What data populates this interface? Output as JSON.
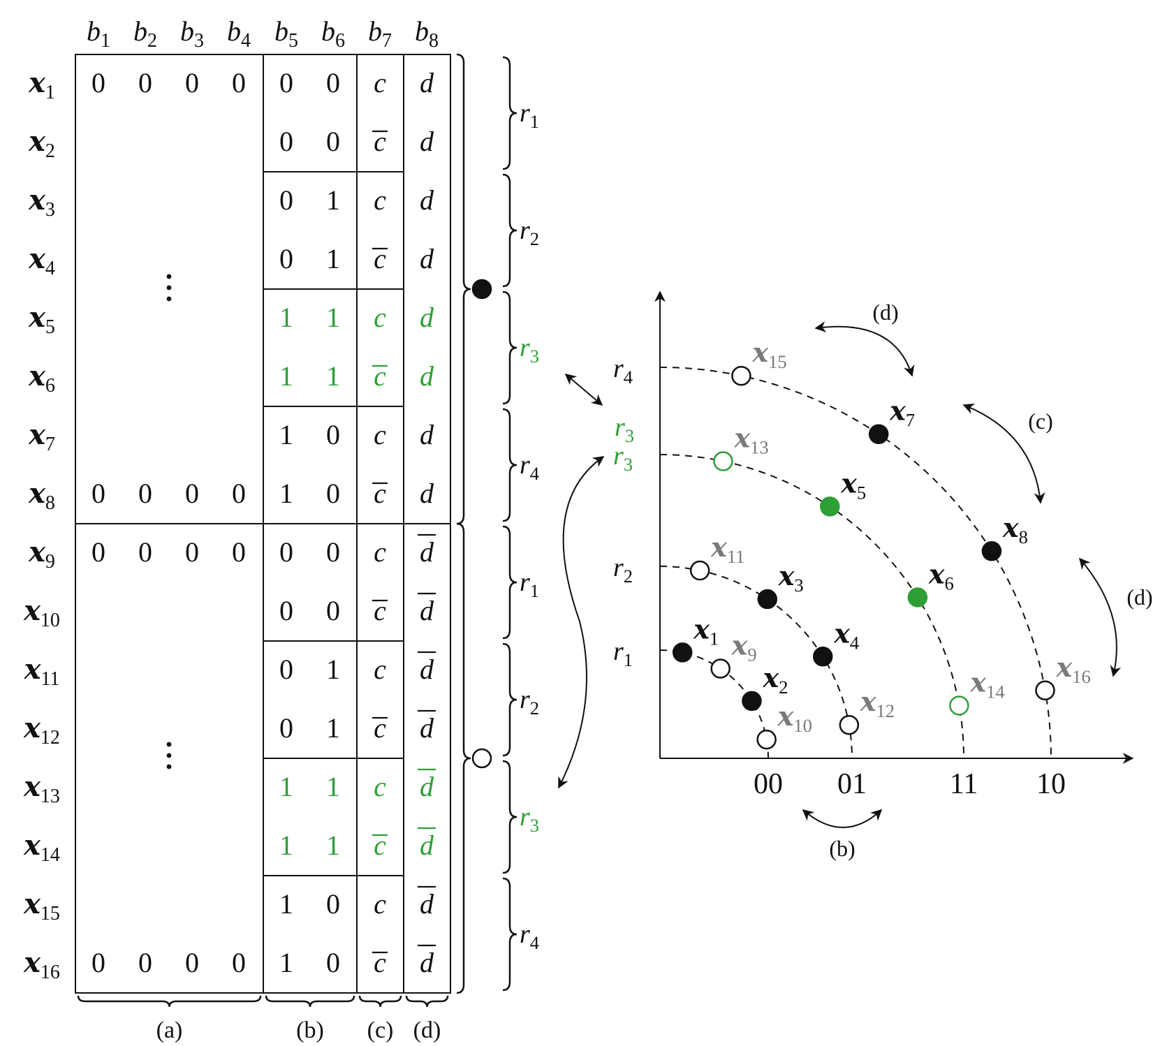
{
  "colors": {
    "black": "#111111",
    "green": "#2e9e37",
    "gray": "#7a7a7a"
  },
  "matrix": {
    "col_headers": [
      {
        "base": "b",
        "sub": "1"
      },
      {
        "base": "b",
        "sub": "2"
      },
      {
        "base": "b",
        "sub": "3"
      },
      {
        "base": "b",
        "sub": "4"
      },
      {
        "base": "b",
        "sub": "5"
      },
      {
        "base": "b",
        "sub": "6"
      },
      {
        "base": "b",
        "sub": "7"
      },
      {
        "base": "b",
        "sub": "8"
      }
    ],
    "rows": [
      {
        "base": "x",
        "sub": "1",
        "pref": [
          "0",
          "0",
          "0",
          "0"
        ],
        "b5": "0",
        "b6": "0",
        "c": "c",
        "cbar": false,
        "d": "d",
        "dbar": false,
        "green": false
      },
      {
        "base": "x",
        "sub": "2",
        "pref": null,
        "b5": "0",
        "b6": "0",
        "c": "c",
        "cbar": true,
        "d": "d",
        "dbar": false,
        "green": false
      },
      {
        "base": "x",
        "sub": "3",
        "pref": null,
        "b5": "0",
        "b6": "1",
        "c": "c",
        "cbar": false,
        "d": "d",
        "dbar": false,
        "green": false
      },
      {
        "base": "x",
        "sub": "4",
        "pref": null,
        "b5": "0",
        "b6": "1",
        "c": "c",
        "cbar": true,
        "d": "d",
        "dbar": false,
        "green": false
      },
      {
        "base": "x",
        "sub": "5",
        "pref": null,
        "b5": "1",
        "b6": "1",
        "c": "c",
        "cbar": false,
        "d": "d",
        "dbar": false,
        "green": true
      },
      {
        "base": "x",
        "sub": "6",
        "pref": null,
        "b5": "1",
        "b6": "1",
        "c": "c",
        "cbar": true,
        "d": "d",
        "dbar": false,
        "green": true
      },
      {
        "base": "x",
        "sub": "7",
        "pref": null,
        "b5": "1",
        "b6": "0",
        "c": "c",
        "cbar": false,
        "d": "d",
        "dbar": false,
        "green": false
      },
      {
        "base": "x",
        "sub": "8",
        "pref": [
          "0",
          "0",
          "0",
          "0"
        ],
        "b5": "1",
        "b6": "0",
        "c": "c",
        "cbar": true,
        "d": "d",
        "dbar": false,
        "green": false
      },
      {
        "base": "x",
        "sub": "9",
        "pref": [
          "0",
          "0",
          "0",
          "0"
        ],
        "b5": "0",
        "b6": "0",
        "c": "c",
        "cbar": false,
        "d": "d",
        "dbar": true,
        "green": false
      },
      {
        "base": "x",
        "sub": "10",
        "pref": null,
        "b5": "0",
        "b6": "0",
        "c": "c",
        "cbar": true,
        "d": "d",
        "dbar": true,
        "green": false
      },
      {
        "base": "x",
        "sub": "11",
        "pref": null,
        "b5": "0",
        "b6": "1",
        "c": "c",
        "cbar": false,
        "d": "d",
        "dbar": true,
        "green": false
      },
      {
        "base": "x",
        "sub": "12",
        "pref": null,
        "b5": "0",
        "b6": "1",
        "c": "c",
        "cbar": true,
        "d": "d",
        "dbar": true,
        "green": false
      },
      {
        "base": "x",
        "sub": "13",
        "pref": null,
        "b5": "1",
        "b6": "1",
        "c": "c",
        "cbar": false,
        "d": "d",
        "dbar": true,
        "green": true
      },
      {
        "base": "x",
        "sub": "14",
        "pref": null,
        "b5": "1",
        "b6": "1",
        "c": "c",
        "cbar": true,
        "d": "d",
        "dbar": true,
        "green": true
      },
      {
        "base": "x",
        "sub": "15",
        "pref": null,
        "b5": "1",
        "b6": "0",
        "c": "c",
        "cbar": false,
        "d": "d",
        "dbar": true,
        "green": false
      },
      {
        "base": "x",
        "sub": "16",
        "pref": [
          "0",
          "0",
          "0",
          "0"
        ],
        "b5": "1",
        "b6": "0",
        "c": "c",
        "cbar": true,
        "d": "d",
        "dbar": true,
        "green": false
      }
    ],
    "vdots": "⋮",
    "bottom_labels": [
      "(a)",
      "(b)",
      "(c)",
      "(d)"
    ],
    "ring_braces": [
      {
        "base": "r",
        "sub": "1",
        "green": false
      },
      {
        "base": "r",
        "sub": "2",
        "green": false
      },
      {
        "base": "r",
        "sub": "3",
        "green": true
      },
      {
        "base": "r",
        "sub": "4",
        "green": false
      },
      {
        "base": "r",
        "sub": "1",
        "green": false
      },
      {
        "base": "r",
        "sub": "2",
        "green": false
      },
      {
        "base": "r",
        "sub": "3",
        "green": true
      },
      {
        "base": "r",
        "sub": "4",
        "green": false
      }
    ],
    "group_markers": [
      {
        "filled": true
      },
      {
        "filled": false
      }
    ]
  },
  "constellation": {
    "ring_labels": [
      {
        "base": "r",
        "sub": "4",
        "green": false
      },
      {
        "base": "r",
        "sub": "3",
        "green": true
      },
      {
        "base": "r",
        "sub": "2",
        "green": false
      },
      {
        "base": "r",
        "sub": "1",
        "green": false
      }
    ],
    "x_ticks": [
      "00",
      "01",
      "11",
      "10"
    ],
    "points": [
      {
        "label_sub": "1",
        "ring": 1,
        "pos": 0,
        "filled": true,
        "color": "black",
        "label_color": "black"
      },
      {
        "label_sub": "9",
        "ring": 1,
        "pos": 1,
        "filled": false,
        "color": "black",
        "label_color": "gray"
      },
      {
        "label_sub": "2",
        "ring": 1,
        "pos": 2,
        "filled": true,
        "color": "black",
        "label_color": "black"
      },
      {
        "label_sub": "10",
        "ring": 1,
        "pos": 3,
        "filled": false,
        "color": "black",
        "label_color": "gray"
      },
      {
        "label_sub": "11",
        "ring": 2,
        "pos": 0,
        "filled": false,
        "color": "black",
        "label_color": "gray"
      },
      {
        "label_sub": "3",
        "ring": 2,
        "pos": 1,
        "filled": true,
        "color": "black",
        "label_color": "black"
      },
      {
        "label_sub": "4",
        "ring": 2,
        "pos": 2,
        "filled": true,
        "color": "black",
        "label_color": "black"
      },
      {
        "label_sub": "12",
        "ring": 2,
        "pos": 3,
        "filled": false,
        "color": "black",
        "label_color": "gray"
      },
      {
        "label_sub": "13",
        "ring": 3,
        "pos": 0,
        "filled": false,
        "color": "green",
        "label_color": "gray"
      },
      {
        "label_sub": "5",
        "ring": 3,
        "pos": 1,
        "filled": true,
        "color": "green",
        "label_color": "black"
      },
      {
        "label_sub": "6",
        "ring": 3,
        "pos": 2,
        "filled": true,
        "color": "green",
        "label_color": "black"
      },
      {
        "label_sub": "14",
        "ring": 3,
        "pos": 3,
        "filled": false,
        "color": "green",
        "label_color": "gray"
      },
      {
        "label_sub": "15",
        "ring": 4,
        "pos": 0,
        "filled": false,
        "color": "black",
        "label_color": "gray"
      },
      {
        "label_sub": "7",
        "ring": 4,
        "pos": 1,
        "filled": true,
        "color": "black",
        "label_color": "black"
      },
      {
        "label_sub": "8",
        "ring": 4,
        "pos": 2,
        "filled": true,
        "color": "black",
        "label_color": "black"
      },
      {
        "label_sub": "16",
        "ring": 4,
        "pos": 3,
        "filled": false,
        "color": "black",
        "label_color": "gray"
      }
    ],
    "arrow_labels": {
      "b": "(b)",
      "c": "(c)",
      "d_top": "(d)",
      "d_right": "(d)"
    },
    "mid_ring_label": {
      "base": "r",
      "sub": "3",
      "green": true
    }
  }
}
